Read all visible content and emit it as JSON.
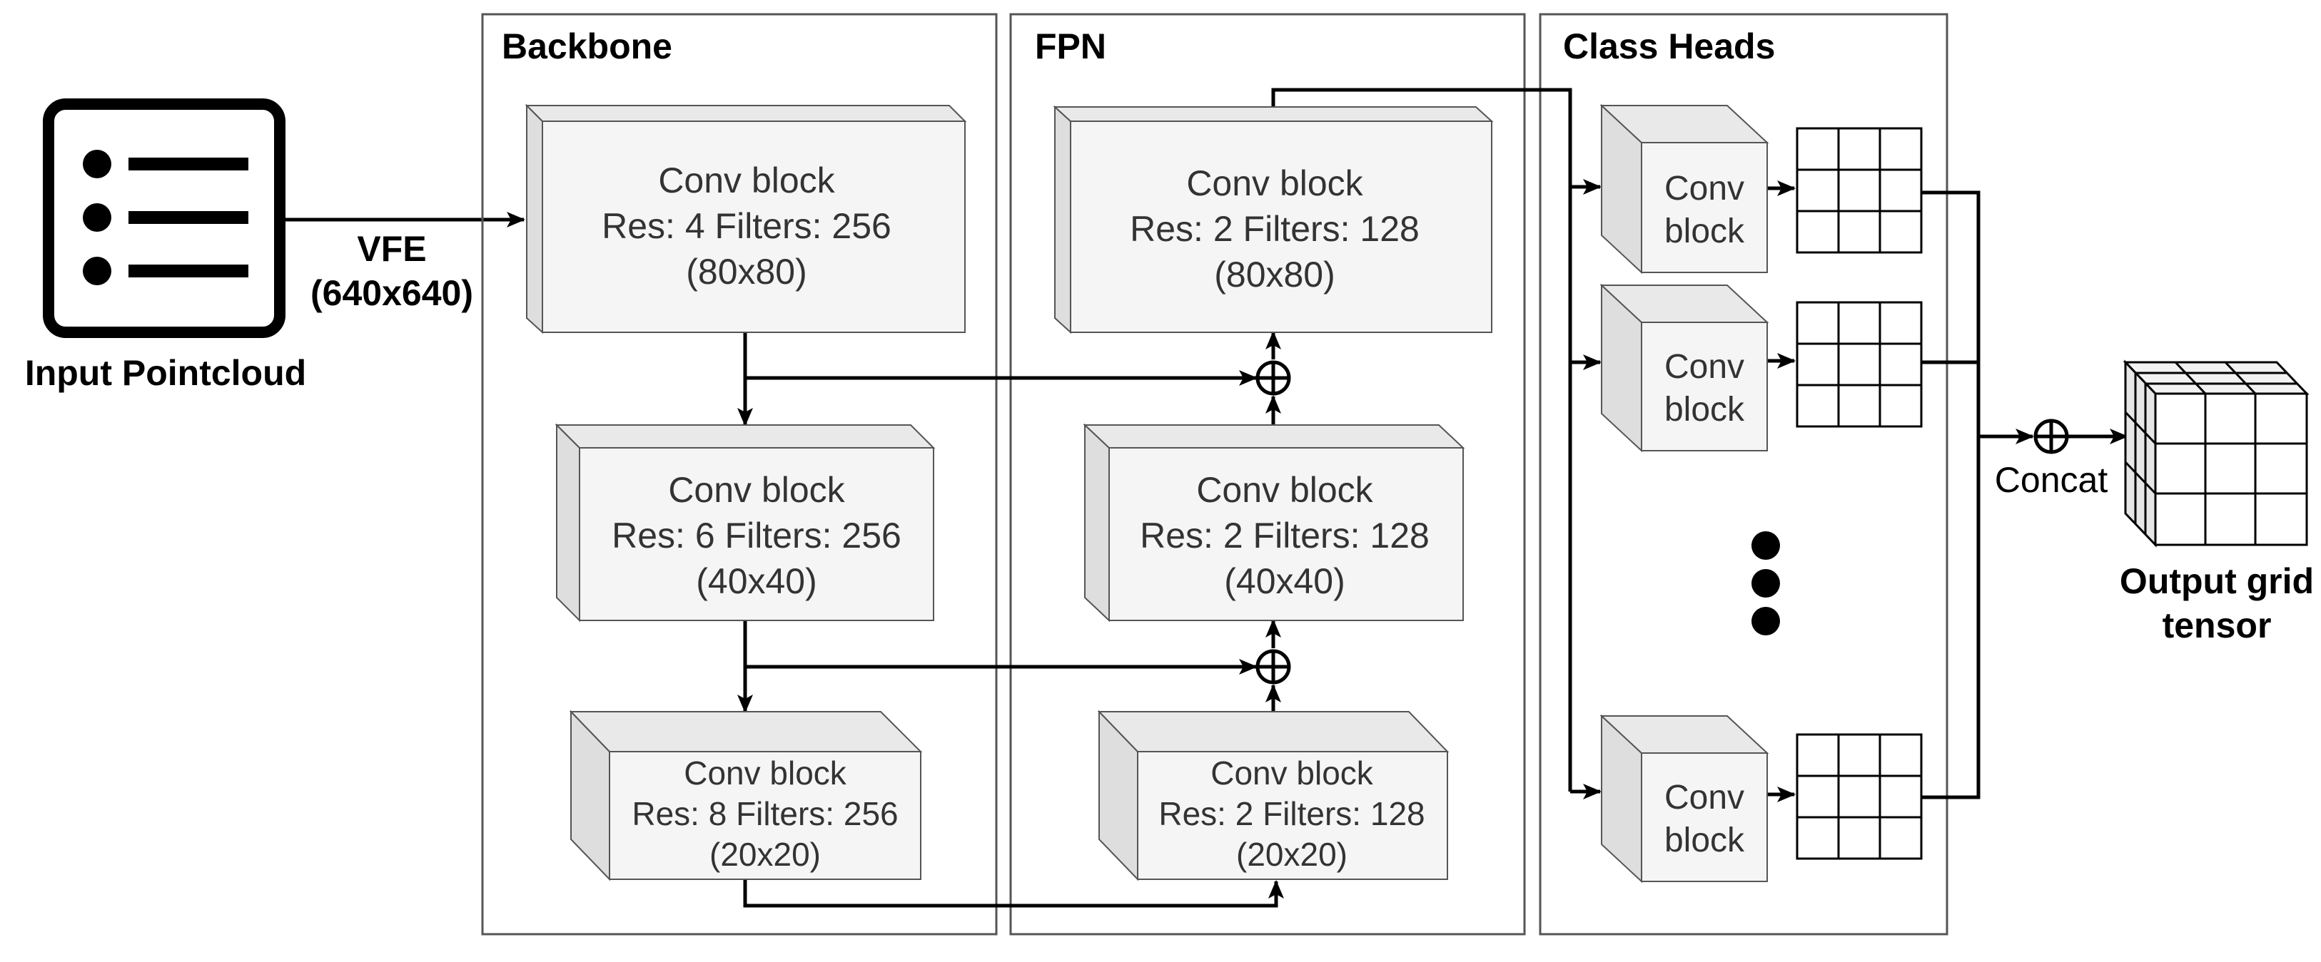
{
  "input": {
    "label": "Input Pointcloud",
    "icon": "list-icon"
  },
  "vfe": {
    "line1": "VFE",
    "line2": "(640x640)"
  },
  "panels": {
    "backbone": {
      "title": "Backbone"
    },
    "fpn": {
      "title": "FPN"
    },
    "heads": {
      "title": "Class Heads"
    }
  },
  "backbone_blocks": [
    {
      "name": "Conv block",
      "spec": "Res: 4 Filters: 256",
      "size": "(80x80)"
    },
    {
      "name": "Conv block",
      "spec": "Res: 6 Filters: 256",
      "size": "(40x40)"
    },
    {
      "name": "Conv block",
      "spec": "Res: 8 Filters: 256",
      "size": "(20x20)"
    }
  ],
  "fpn_blocks": [
    {
      "name": "Conv block",
      "spec": "Res: 2 Filters: 128",
      "size": "(80x80)"
    },
    {
      "name": "Conv block",
      "spec": "Res: 2 Filters: 128",
      "size": "(40x40)"
    },
    {
      "name": "Conv block",
      "spec": "Res: 2 Filters: 128",
      "size": "(20x20)"
    }
  ],
  "heads": [
    {
      "line1": "Conv",
      "line2": "block"
    },
    {
      "line1": "Conv",
      "line2": "block"
    },
    {
      "line1": "Conv",
      "line2": "block"
    }
  ],
  "concat": {
    "label": "Concat",
    "symbol": "⊕"
  },
  "output": {
    "line1": "Output grid",
    "line2": "tensor"
  },
  "colors": {
    "block_face": "#f5f5f5",
    "block_side": "#dedede",
    "stroke": "#000000",
    "panel_stroke": "#555555"
  }
}
